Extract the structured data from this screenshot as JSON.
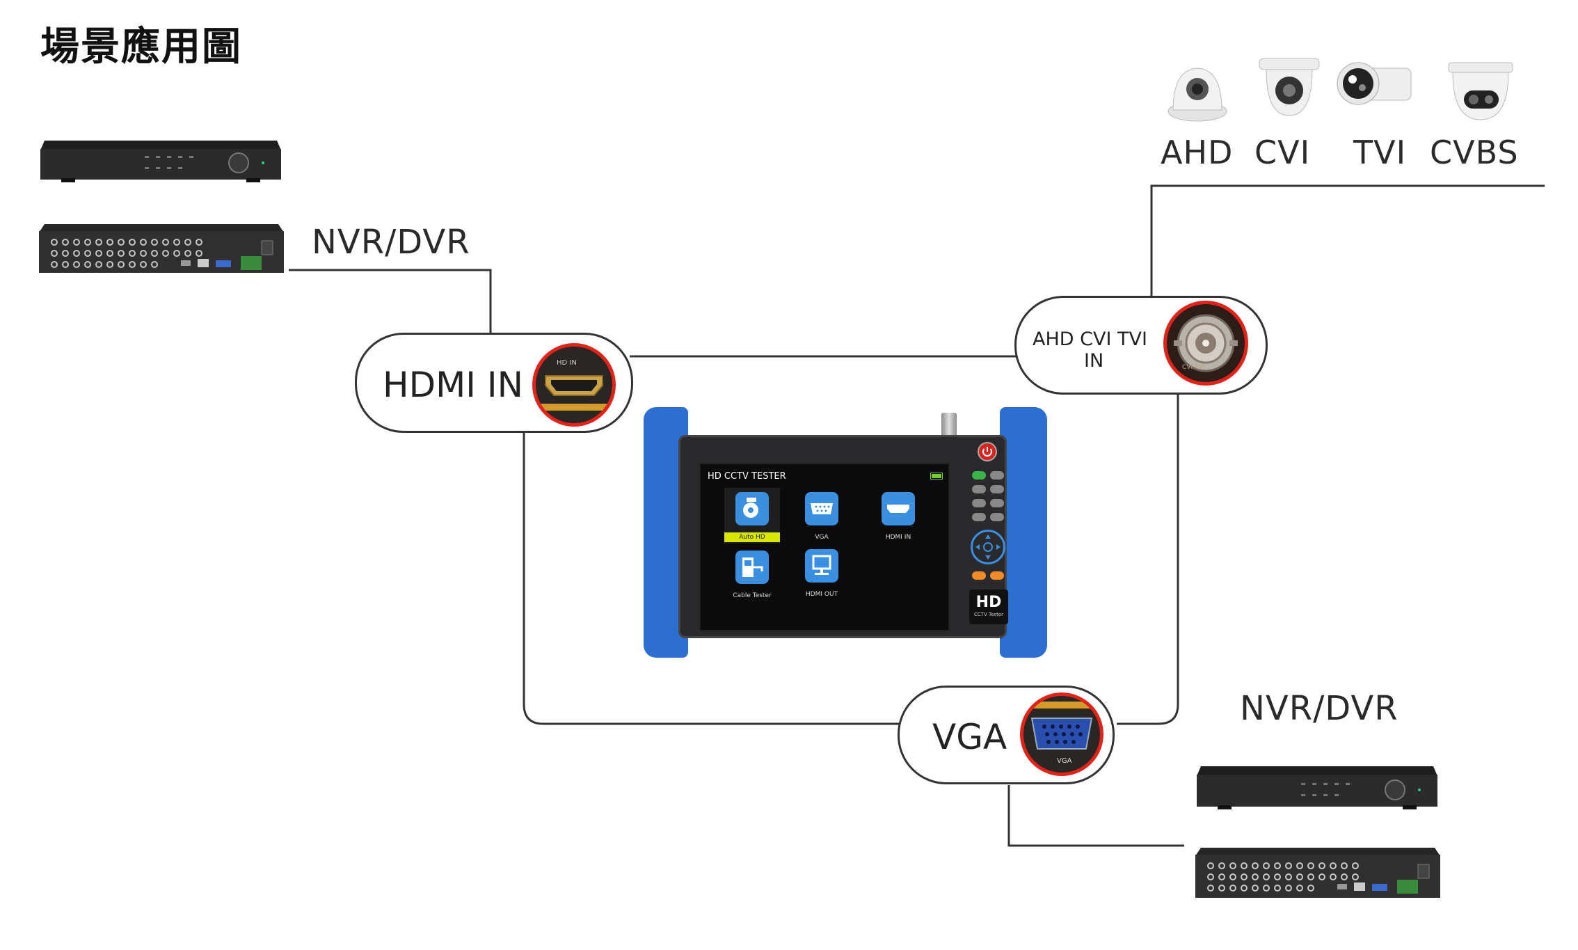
{
  "title": "場景應用圖",
  "cameras": [
    {
      "label": "AHD",
      "icon": "dome-camera-icon"
    },
    {
      "label": "CVI",
      "icon": "dome-camera-icon"
    },
    {
      "label": "TVI",
      "icon": "bullet-camera-icon"
    },
    {
      "label": "CVBS",
      "icon": "turret-camera-icon"
    }
  ],
  "nvr_top_label": "NVR/DVR",
  "nvr_bottom_label": "NVR/DVR",
  "ports": {
    "hdmi": {
      "label": "HDMI IN",
      "tag": "HD IN"
    },
    "ahd": {
      "label_line1": "AHD CVI TVI",
      "label_line2": "IN",
      "tag": "CVI TVI"
    },
    "vga": {
      "label": "VGA",
      "tag": "VGA"
    }
  },
  "tester": {
    "screen_title": "HD CCTV TESTER",
    "apps": [
      {
        "label": "Auto HD",
        "icon": "ptz-camera-icon",
        "selected": true
      },
      {
        "label": "VGA",
        "icon": "vga-port-icon"
      },
      {
        "label": "HDMI IN",
        "icon": "hdmi-port-icon"
      },
      {
        "label": "Cable Tester",
        "icon": "cable-tester-icon"
      },
      {
        "label": "HDMI OUT",
        "icon": "monitor-icon"
      }
    ],
    "badge_main": "HD",
    "badge_sub": "CCTV Tester"
  },
  "colors": {
    "port_ring": "#e2231a",
    "tester_blue": "#2c6fd1",
    "app_icon_blue": "#3a8fe0",
    "selected_highlight": "#d8e600"
  }
}
